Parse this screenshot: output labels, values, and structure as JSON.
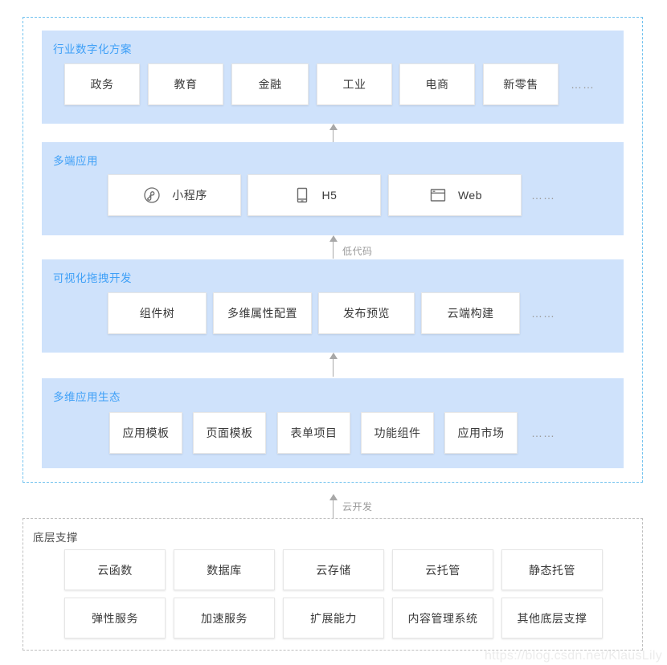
{
  "diagram": {
    "title_watermark": "https://blog.csdn.net/KlausLily",
    "ellipsis_glyph": "……",
    "colors": {
      "panel_bg": "#cfe2fb",
      "panel_title": "#3fa0f7",
      "outer_dashed_blue": "#73c3ef",
      "outer_dashed_gray": "#bfbfbf",
      "card_bg": "#ffffff",
      "card_text": "#3a3a3a",
      "arrow": "#a8a8a8"
    },
    "layers": [
      {
        "key": "industry",
        "title": "行业数字化方案",
        "title_color": "#3fa0f7",
        "cards": [
          {
            "label": "政务"
          },
          {
            "label": "教育"
          },
          {
            "label": "金融"
          },
          {
            "label": "工业"
          },
          {
            "label": "电商"
          },
          {
            "label": "新零售"
          }
        ],
        "has_ellipsis": true
      },
      {
        "key": "multiend",
        "title": "多端应用",
        "title_color": "#3fa0f7",
        "cards": [
          {
            "label": "小程序",
            "icon": "miniprogram-icon"
          },
          {
            "label": "H5",
            "icon": "mobile-phone-icon"
          },
          {
            "label": "Web",
            "icon": "browser-window-icon"
          }
        ],
        "has_ellipsis": true
      },
      {
        "key": "visual",
        "title": "可视化拖拽开发",
        "title_color": "#3fa0f7",
        "cards": [
          {
            "label": "组件树"
          },
          {
            "label": "多维属性配置"
          },
          {
            "label": "发布预览"
          },
          {
            "label": "云端构建"
          }
        ],
        "has_ellipsis": true
      },
      {
        "key": "ecosystem",
        "title": "多维应用生态",
        "title_color": "#3fa0f7",
        "cards": [
          {
            "label": "应用模板"
          },
          {
            "label": "页面模板"
          },
          {
            "label": "表单项目"
          },
          {
            "label": "功能组件"
          },
          {
            "label": "应用市场"
          }
        ],
        "has_ellipsis": true
      },
      {
        "key": "foundation",
        "title": "底层支撑",
        "title_color": "#515151",
        "cards_row1": [
          {
            "label": "云函数"
          },
          {
            "label": "数据库"
          },
          {
            "label": "云存储"
          },
          {
            "label": "云托管"
          },
          {
            "label": "静态托管"
          }
        ],
        "cards_row2": [
          {
            "label": "弹性服务"
          },
          {
            "label": "加速服务"
          },
          {
            "label": "扩展能力"
          },
          {
            "label": "内容管理系统"
          },
          {
            "label": "其他底层支撑"
          }
        ],
        "has_ellipsis": false
      }
    ],
    "connectors": [
      {
        "key": "industry-from-multiend",
        "label": ""
      },
      {
        "key": "multiend-from-visual",
        "label": "低代码"
      },
      {
        "key": "visual-from-ecosystem",
        "label": ""
      },
      {
        "key": "ecosystem-from-foundation",
        "label": "云开发"
      }
    ]
  }
}
